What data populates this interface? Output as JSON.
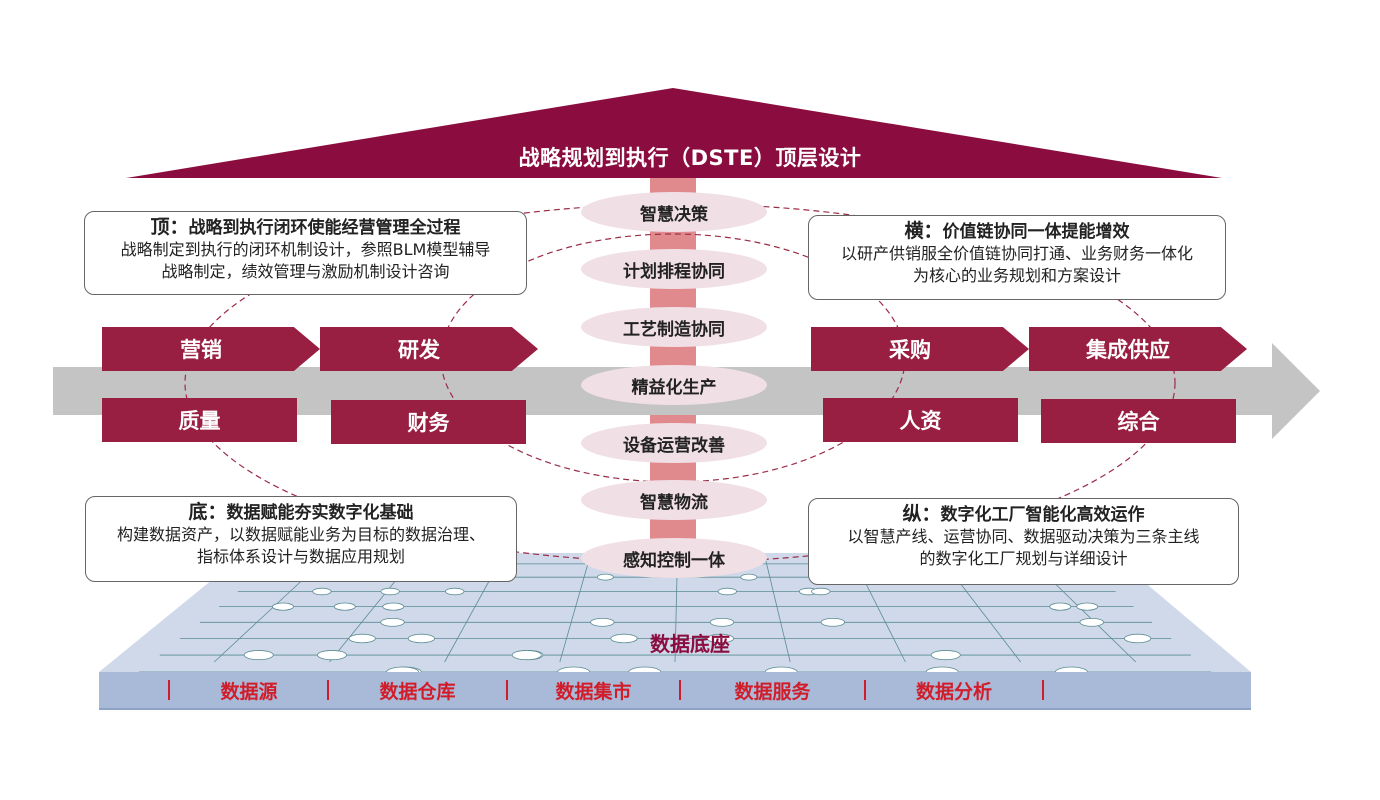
{
  "roof": {
    "title": "战略规划到执行（DSTE）顶层设计"
  },
  "pillars": [
    "智慧决策",
    "计划排程协同",
    "工艺制造协同",
    "精益化生产",
    "设备运营改善",
    "智慧物流",
    "感知控制一体"
  ],
  "chevrons": [
    "营销",
    "研发",
    "采购",
    "集成供应"
  ],
  "rects": [
    "质量",
    "财务",
    "人资",
    "综合"
  ],
  "boxes": {
    "top": {
      "key": "顶：",
      "title": "战略到执行闭环使能经营管理全过程",
      "line1": "战略制定到执行的闭环机制设计，参照BLM模型辅导",
      "line2": "战略制定，绩效管理与激励机制设计咨询"
    },
    "horizontal": {
      "key": "横：",
      "title": "价值链协同一体提能增效",
      "line1": "以研产供销服全价值链协同打通、业务财务一体化",
      "line2": "为核心的业务规划和方案设计"
    },
    "bottom": {
      "key": "底：",
      "title": "数据赋能夯实数字化基础",
      "line1": "构建数据资产，以数据赋能业务为目标的数据治理、",
      "line2": "指标体系设计与数据应用规划"
    },
    "vertical": {
      "key": "纵：",
      "title": "数字化工厂智能化高效运作",
      "line1": "以智慧产线、运营协同、数据驱动决策为三条主线",
      "line2": "的数字化工厂规划与详细设计"
    }
  },
  "base": {
    "label": "数据底座",
    "items": [
      "数据源",
      "数据仓库",
      "数据集市",
      "数据服务",
      "数据分析"
    ]
  },
  "colors": {
    "roof": "#8b0c3f",
    "chevron": "#981e42",
    "pill": "#f0dfe5",
    "base_text": "#d11d2a",
    "arrow": "#c4c4c4",
    "column": "#e08a8e"
  }
}
